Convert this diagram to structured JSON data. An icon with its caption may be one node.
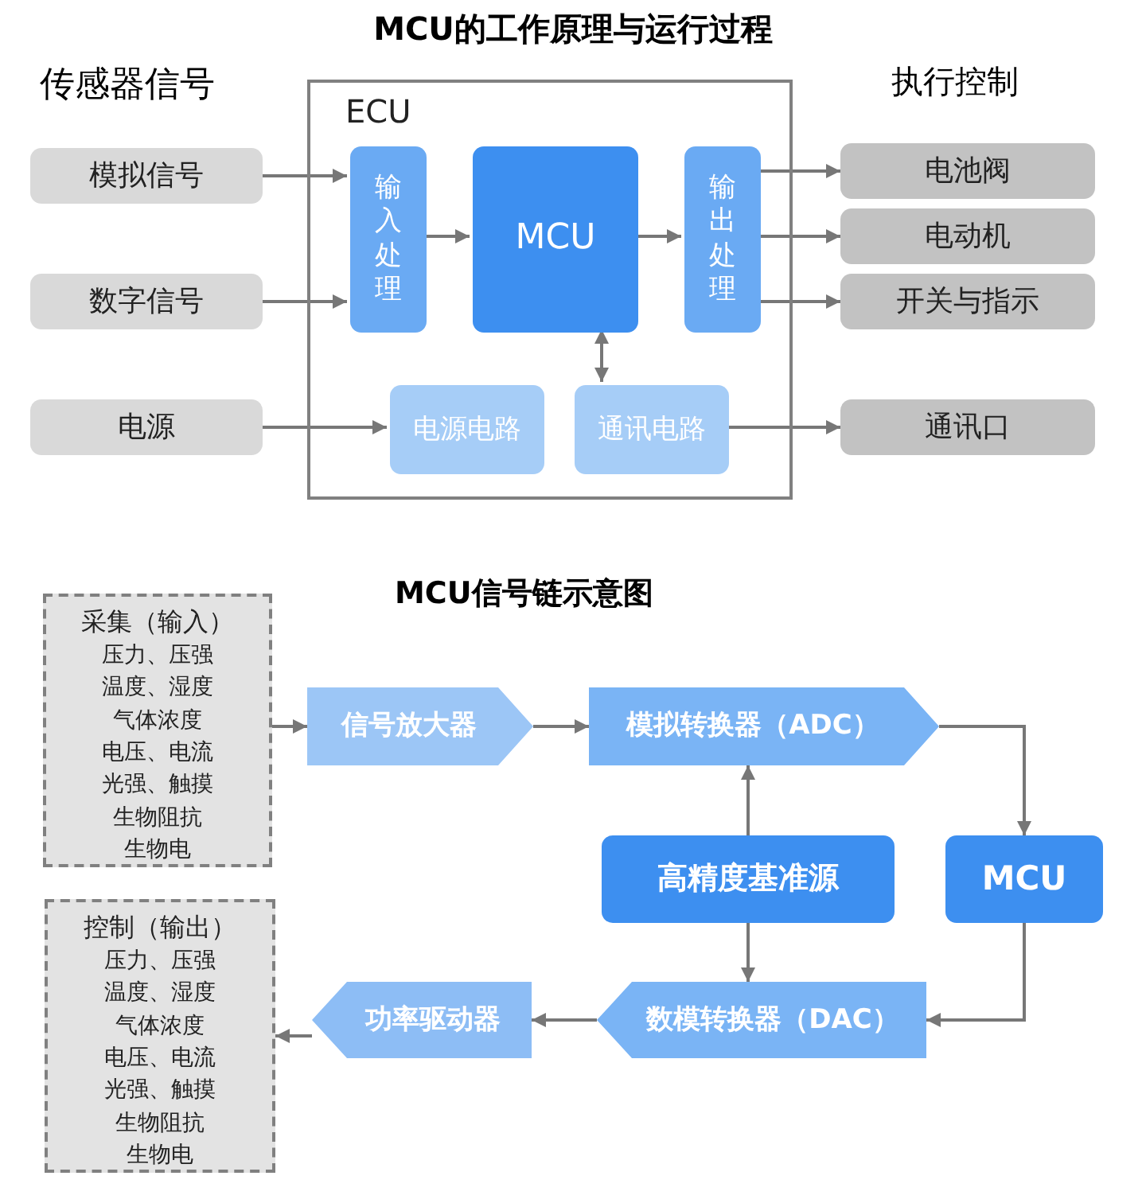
{
  "diagram": {
    "title": "MCU的工作原理与运行过程",
    "nodes": [
      {
        "text": [
          "ECU"
        ]
      },
      {
        "text": [
          "模拟信号"
        ]
      },
      {
        "text": [
          "数字信号"
        ]
      },
      {
        "text": [
          "电源"
        ]
      },
      {
        "text": [
          "输入处理"
        ],
        "in": 0
      },
      {
        "text": [
          "MCU"
        ],
        "in": 0
      },
      {
        "text": [
          "输出处理"
        ],
        "in": 0
      },
      {
        "text": [
          "电源电路"
        ],
        "in": 0
      },
      {
        "text": [
          "通讯电路"
        ],
        "in": 0
      },
      {
        "text": [
          "电池阀"
        ]
      },
      {
        "text": [
          "电动机"
        ]
      },
      {
        "text": [
          "开关与指示"
        ]
      },
      {
        "text": [
          "通讯口"
        ]
      },
      {
        "text": [
          "采集（输入）",
          "压力、压强",
          "温度、湿度",
          "气体浓度",
          "电压、电流",
          "光强、触摸",
          "生物阻抗",
          "生物电"
        ]
      },
      {
        "text": [
          "信号放大器"
        ]
      },
      {
        "text": [
          "模拟转换器（ADC）"
        ]
      },
      {
        "text": [
          "高精度基准源"
        ]
      },
      {
        "text": [
          "MCU"
        ]
      },
      {
        "text": [
          "数模转换器（DAC）"
        ]
      },
      {
        "text": [
          "功率驱动器"
        ]
      },
      {
        "text": [
          "控制（输出）",
          "压力、压强",
          "温度、湿度",
          "气体浓度",
          "电压、电流",
          "光强、触摸",
          "生物阻抗",
          "生物电"
        ]
      }
    ],
    "edges": [
      {
        "from": 1,
        "to": 4,
        "arrow": "to"
      },
      {
        "from": 2,
        "to": 4,
        "arrow": "to"
      },
      {
        "from": 4,
        "to": 5,
        "arrow": "to"
      },
      {
        "from": 5,
        "to": 6,
        "arrow": "to"
      },
      {
        "from": 6,
        "to": 9,
        "arrow": "to"
      },
      {
        "from": 6,
        "to": 10,
        "arrow": "to"
      },
      {
        "from": 6,
        "to": 11,
        "arrow": "to"
      },
      {
        "from": 3,
        "to": 7,
        "arrow": "to"
      },
      {
        "from": 5,
        "to": 8,
        "arrow": "both"
      },
      {
        "from": 8,
        "to": 12,
        "arrow": "to"
      },
      {
        "from": 13,
        "to": 14,
        "arrow": "to"
      },
      {
        "from": 14,
        "to": 15,
        "arrow": "to"
      },
      {
        "from": 15,
        "to": 17,
        "arrow": "to"
      },
      {
        "from": 16,
        "to": 15,
        "arrow": "to"
      },
      {
        "from": 16,
        "to": 18,
        "arrow": "to"
      },
      {
        "from": 17,
        "to": 18,
        "arrow": "to"
      },
      {
        "from": 18,
        "to": 19,
        "arrow": "to"
      },
      {
        "from": 19,
        "to": 20,
        "arrow": "to"
      }
    ],
    "labels": [
      "传感器信号",
      "执行控制",
      "MCU信号链示意图"
    ]
  }
}
